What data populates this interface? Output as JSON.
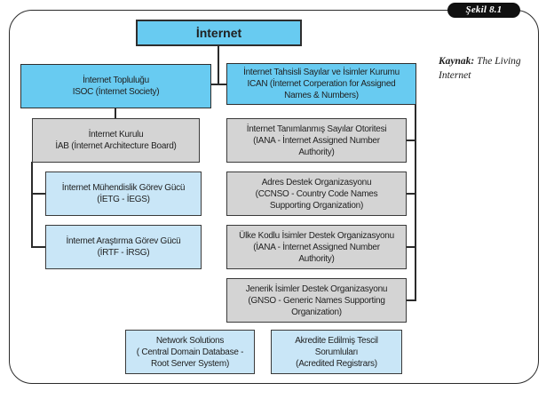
{
  "figure_tag": "Şekil 8.1",
  "source": {
    "label": "Kaynak:",
    "title": "The Living Internet"
  },
  "colors": {
    "blue": "#68cbf1",
    "lightblue": "#c9e6f7",
    "gray": "#d4d4d4",
    "line": "#2b2b2b"
  },
  "boxes": {
    "internet": {
      "label": "İnternet"
    },
    "isoc": {
      "label": "İnternet Topluluğu\nISOC (İnternet Society)"
    },
    "ican": {
      "label": "İnternet Tahsisli Sayılar ve İsimler Kurumu\nICAN (İnternet Corperation for Assigned\nNames & Numbers)"
    },
    "iab": {
      "label": "İnternet Kurulu\nİAB (İnternet Architecture Board)"
    },
    "iana": {
      "label": "İnternet Tanımlanmış Sayılar Otoritesi\n(IANA - İnternet Assigned Number\nAuthority)"
    },
    "ietg": {
      "label": "İnternet Mühendislik Görev Gücü\n(İETG - İEGS)"
    },
    "irtf": {
      "label": "İnternet Araştırma Görev Gücü\n(İRTF - İRSG)"
    },
    "adres": {
      "label": "Adres Destek Organizasyonu\n(CCNSO - Country Code Names\nSupporting Organization)"
    },
    "ulke": {
      "label": "Ülke Kodlu İsimler Destek Organizasyonu\n(İANA - İnternet Assigned Number\nAuthority)"
    },
    "jenerik": {
      "label": "Jenerik İsimler Destek Organizasyonu\n(GNSO - Generic Names Supporting\nOrganization)"
    },
    "network": {
      "label": "Network Solutions\n( Central Domain Database -\nRoot Server System)"
    },
    "akredite": {
      "label": "Akredite Edilmiş Tescil\nSorumluları\n(Acredited Registrars)"
    }
  }
}
